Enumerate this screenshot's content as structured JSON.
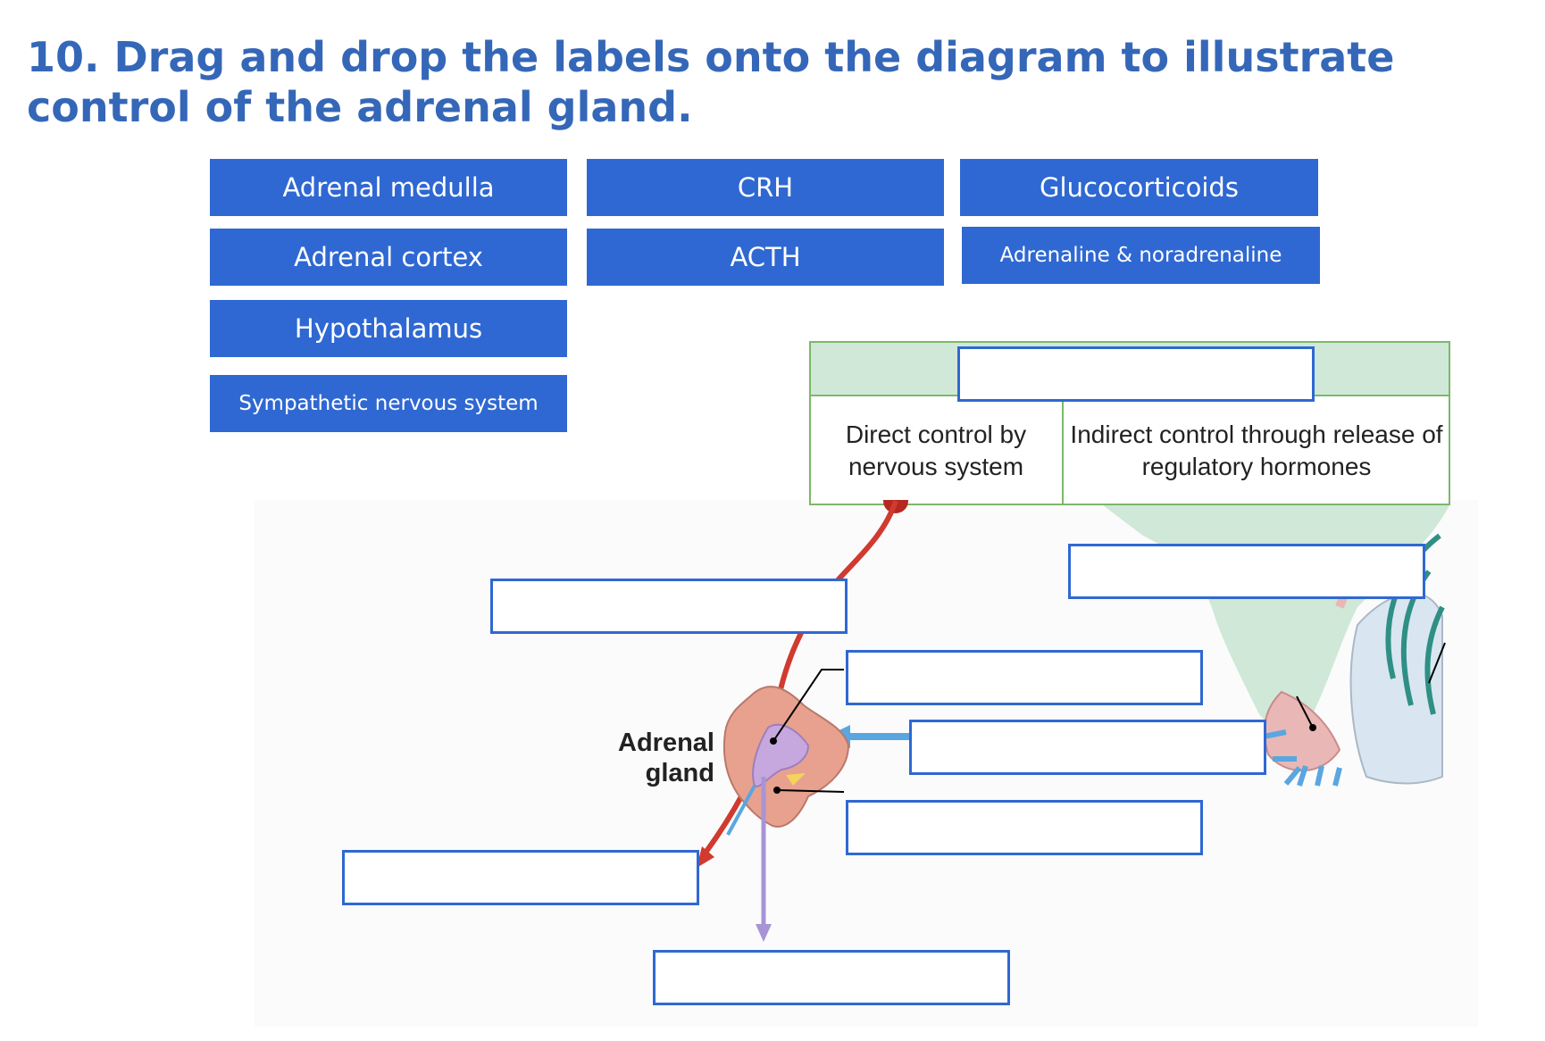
{
  "question": {
    "text": "10. Drag and drop the labels onto the diagram to illustrate control of the adrenal gland."
  },
  "labels": [
    "Adrenal medulla",
    "CRH",
    "Glucocorticoids",
    "Adrenal cortex",
    "ACTH",
    "Adrenaline & noradrenaline",
    "Hypothalamus",
    "Sympathetic nervous system"
  ],
  "diagram": {
    "direct_control": "Direct control by nervous system",
    "indirect_control": "Indirect control through release of regulatory hormones",
    "adrenal_gland": "Adrenal gland"
  },
  "colors": {
    "title": "#3567b8",
    "chip": "#2f68d2",
    "drop_border": "#2f68d2",
    "table_header": "#cfe8d7",
    "table_border": "#7cb86a",
    "nerve": "#d03a2f",
    "hormone_arrow": "#5aa6e0",
    "medulla_output": "#a893d6",
    "cortex": "#e7a18e",
    "pituitary": "#cfe8d7"
  }
}
